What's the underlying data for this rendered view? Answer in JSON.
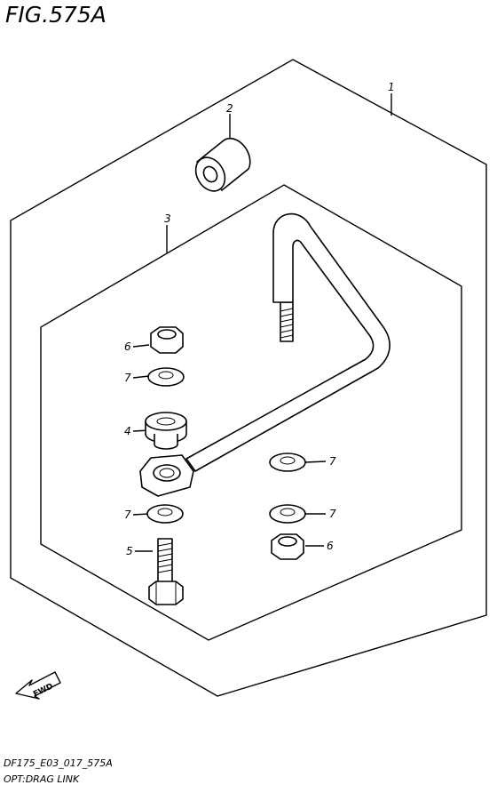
{
  "figure": {
    "title": "FIG.575A",
    "footer_code": "DF175_E03_017_575A",
    "footer_name": "OPT:DRAG LINK"
  },
  "callouts": {
    "c1": "1",
    "c2": "2",
    "c3": "3",
    "c4": "4",
    "c5": "5",
    "c6a": "6",
    "c6b": "6",
    "c7a": "7",
    "c7b": "7",
    "c7c": "7",
    "c7d": "7"
  },
  "fwd_label": "FWD"
}
